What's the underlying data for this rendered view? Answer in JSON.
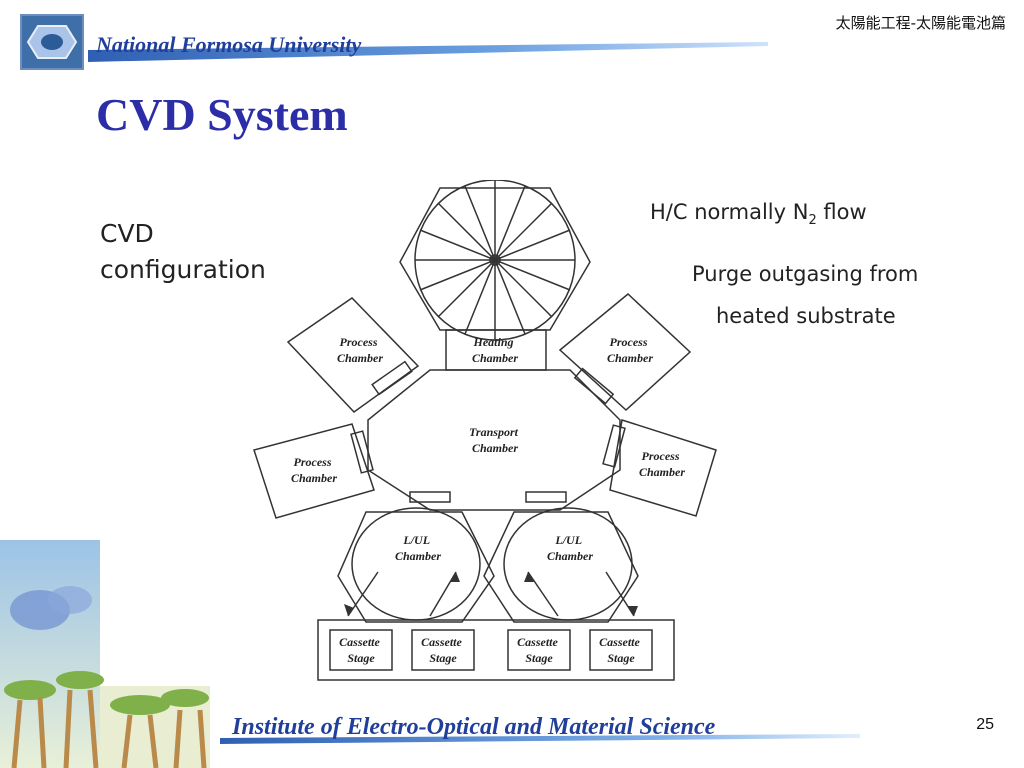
{
  "header": {
    "university": "National Formosa University",
    "course_title": "太陽能工程-太陽能電池篇"
  },
  "slide": {
    "title": "CVD System",
    "cvd_label_line1": "CVD",
    "cvd_label_line2": "configuration",
    "note_flow_prefix": "H/C normally N",
    "note_flow_subscript": "2",
    "note_flow_suffix": " flow",
    "note_purge_line1": "Purge outgasing from",
    "note_purge_line2": "heated substrate"
  },
  "diagram": {
    "heating_chamber": [
      "Heating",
      "Chamber"
    ],
    "transport_chamber": [
      "Transport",
      "Chamber"
    ],
    "process_chamber": [
      "Process",
      "Chamber"
    ],
    "lul_chamber": [
      "L/UL",
      "Chamber"
    ],
    "cassette_stage": [
      "Cassette",
      "Stage"
    ]
  },
  "footer": {
    "institute": "Institute of Electro-Optical and Material Science",
    "page_number": "25"
  },
  "colors": {
    "brand_blue": "#1f3f9a",
    "title_blue": "#2b2ea6"
  }
}
